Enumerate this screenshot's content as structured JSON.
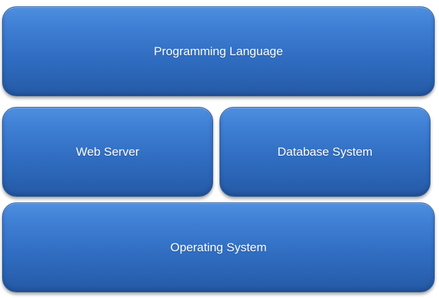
{
  "blocks": {
    "programming_language": "Programming Language",
    "web_server": "Web Server",
    "database_system": "Database System",
    "operating_system": "Operating System"
  },
  "colors": {
    "block_fill_top": "#4f8fe0",
    "block_fill_bottom": "#255aa6",
    "block_border": "#2f5d9a",
    "label_text": "#ffffff"
  }
}
